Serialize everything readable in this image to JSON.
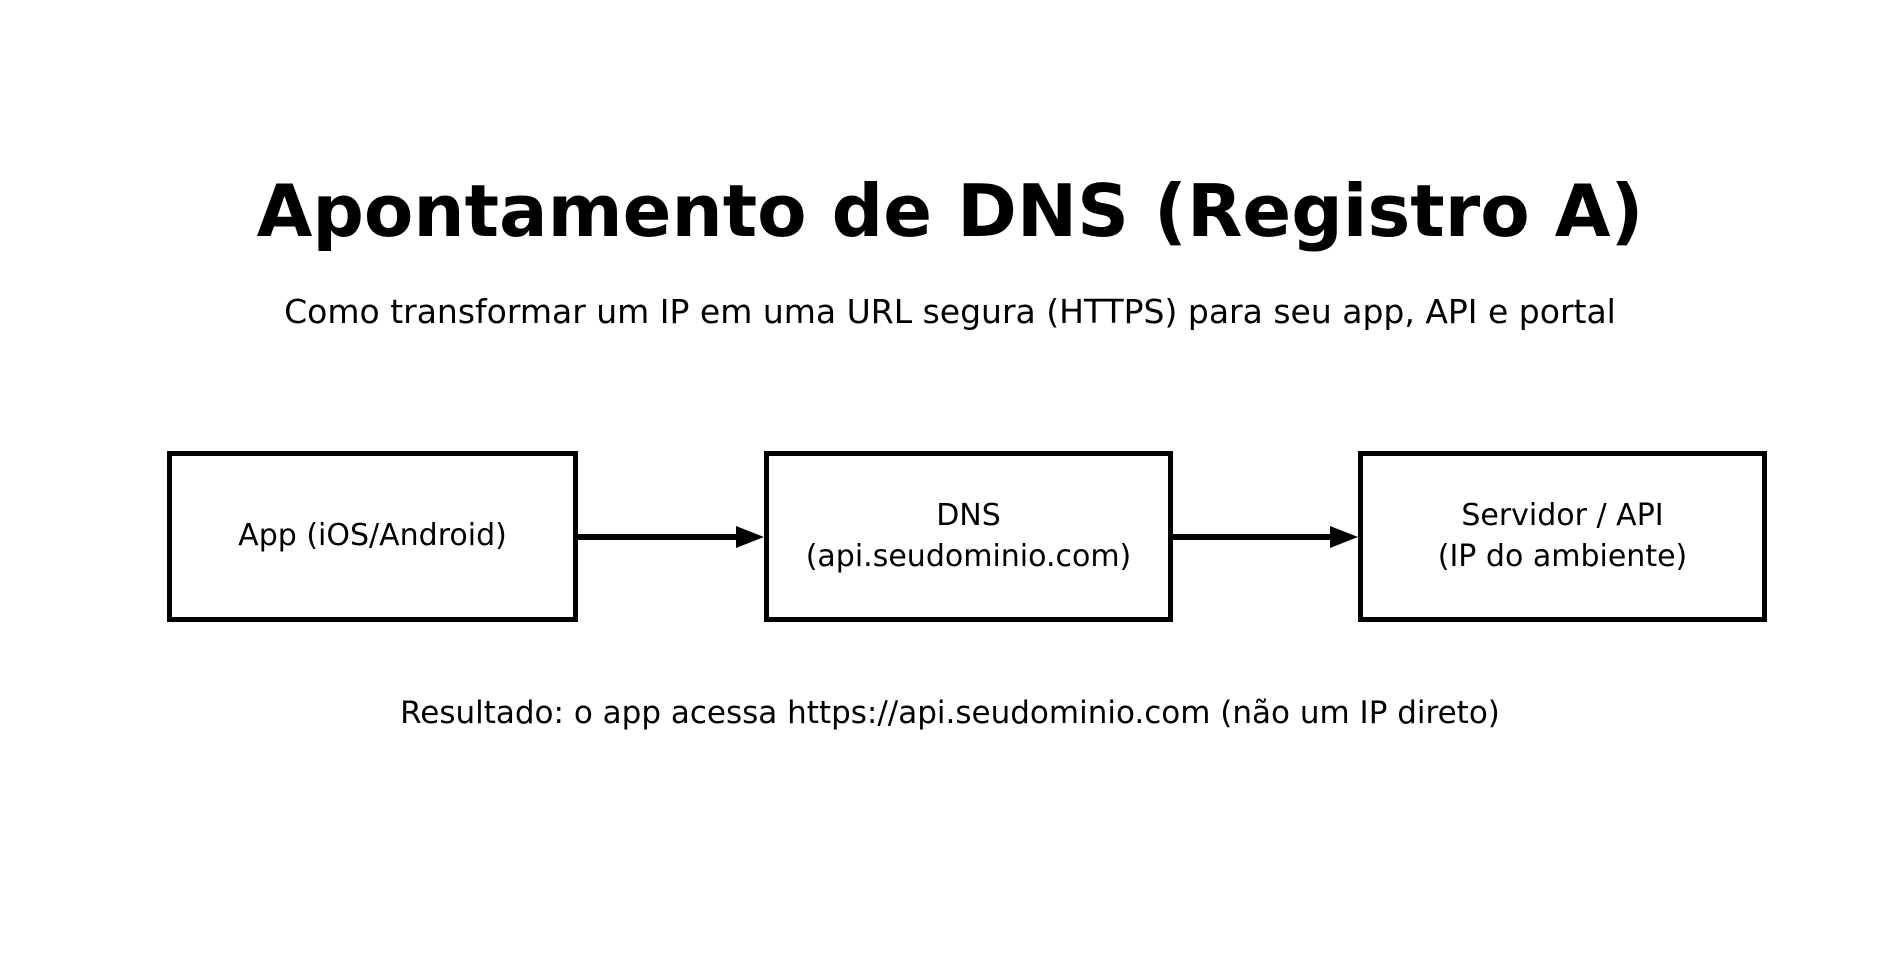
{
  "title": "Apontamento de DNS (Registro A)",
  "subtitle": "Como transformar um IP em uma URL segura (HTTPS) para seu app, API e portal",
  "diagram": {
    "nodes": [
      {
        "id": "app",
        "lines": [
          "App (iOS/Android)"
        ]
      },
      {
        "id": "dns",
        "lines": [
          "DNS",
          "(api.seudominio.com)"
        ]
      },
      {
        "id": "server",
        "lines": [
          "Servidor / API",
          "(IP do ambiente)"
        ]
      }
    ],
    "connections": [
      {
        "from": "app",
        "to": "dns"
      },
      {
        "from": "dns",
        "to": "server"
      }
    ]
  },
  "result_text": "Resultado: o app acessa https://api.seudominio.com (não um IP direto)",
  "colors": {
    "background": "#ffffff",
    "stroke": "#000000",
    "text": "#000000"
  }
}
